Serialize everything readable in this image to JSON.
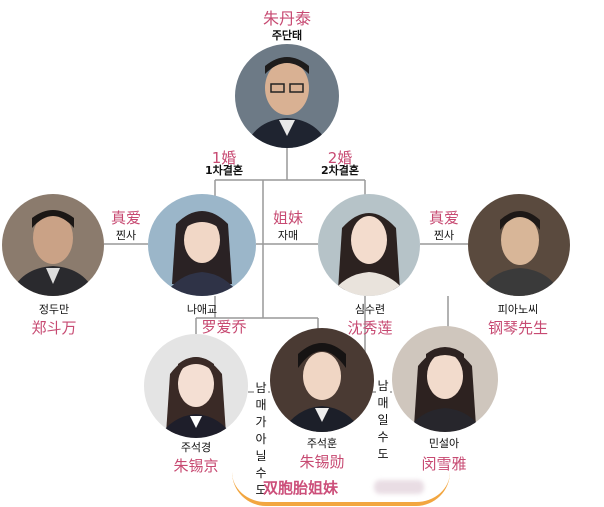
{
  "people": {
    "father": {
      "cn": "朱丹泰",
      "ko": "주단태"
    },
    "zheng": {
      "cn": "郑斗万",
      "ko": "정두만"
    },
    "luo": {
      "cn": "罗爱乔",
      "ko": "나애교"
    },
    "shen": {
      "cn": "沈秀莲",
      "ko": "심수련"
    },
    "pianist": {
      "cn": "钢琴先生",
      "ko": "피아노씨"
    },
    "xijing": {
      "cn": "朱锡京",
      "ko": "주석경"
    },
    "xixun": {
      "cn": "朱锡勋",
      "ko": "주석훈"
    },
    "minxueya": {
      "cn": "闵雪雅",
      "ko": "민설아"
    }
  },
  "relations": {
    "marriage1": {
      "cn": "1婚",
      "ko": "1차결혼"
    },
    "marriage2": {
      "cn": "2婚",
      "ko": "2차결혼"
    },
    "love_left": {
      "cn": "真爱",
      "ko": "찐사"
    },
    "sisters": {
      "cn": "姐妹",
      "ko": "자매"
    },
    "love_right": {
      "cn": "真爱",
      "ko": "찐사"
    },
    "siblings_left": "남매가아닐수도",
    "siblings_right": "남매일수도",
    "twins": "双胞胎姐妹"
  },
  "colors": {
    "accent": "#c74a72",
    "line": "#999999",
    "underline": "#f2a640"
  }
}
